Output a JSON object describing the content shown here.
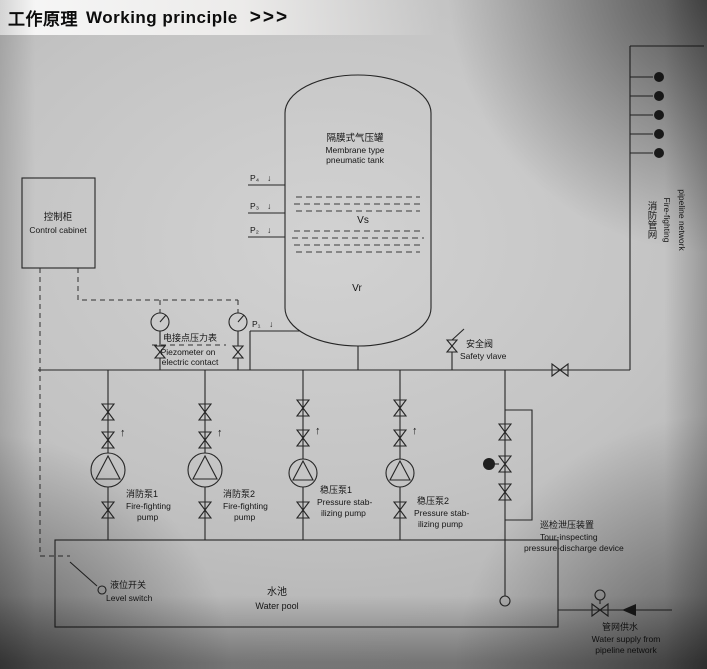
{
  "header": {
    "title_zh": "工作原理",
    "title_en": "Working principle",
    "chevrons": ">>>"
  },
  "tank": {
    "zh": "隔膜式气压罐",
    "en1": "Membrane type",
    "en2": "pneumatic tank",
    "vs": "Vs",
    "vr": "Vr"
  },
  "pressure_points": {
    "p4": "P₄",
    "p3": "P₃",
    "p2": "P₂",
    "p1": "P₁",
    "arrow": "↓"
  },
  "control_cabinet": {
    "zh": "控制柜",
    "en": "Control cabinet"
  },
  "piezometer": {
    "zh": "电接点压力表",
    "en1": "Piezometer on",
    "en2": "electric contact"
  },
  "safety_valve": {
    "zh": "安全阀",
    "en": "Safety vlave"
  },
  "fire_network": {
    "zh": "消防管网",
    "en1": "Fire-fighting",
    "en2": "pipeline network"
  },
  "pumps": [
    {
      "zh": "消防泵1",
      "en1": "Fire-fighting",
      "en2": "pump"
    },
    {
      "zh": "消防泵2",
      "en1": "Fire-fighting",
      "en2": "pump"
    },
    {
      "zh": "稳压泵1",
      "en1": "Pressure stab-",
      "en2": "ilizing pump"
    },
    {
      "zh": "稳压泵2",
      "en1": "Pressure stab-",
      "en2": "ilizing pump"
    }
  ],
  "flow": {
    "up_arrow": "↑"
  },
  "tour_device": {
    "zh": "巡检泄压装置",
    "en1": "Tour-inspecting",
    "en2": "pressure-discharge device"
  },
  "pool": {
    "zh": "水池",
    "en": "Water pool"
  },
  "level_switch": {
    "zh": "液位开关",
    "en": "Level switch"
  },
  "water_supply": {
    "zh": "管网供水",
    "en1": "Water supply from",
    "en2": "pipeline network"
  },
  "colors": {
    "line": "#262626",
    "paper": "#c2c2c2",
    "header_bg": "#f2f1f0"
  }
}
